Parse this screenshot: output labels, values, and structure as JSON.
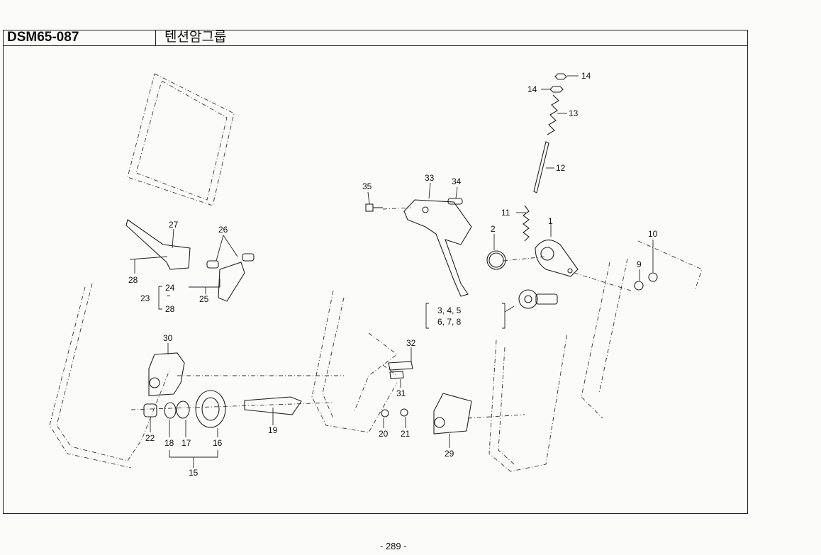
{
  "header": {
    "code": "DSM65-087",
    "title": "텐션암그룹"
  },
  "footer": {
    "page": "- 289 -"
  },
  "callouts": {
    "c1": "1",
    "c2": "2",
    "c3": "3,  4,  5",
    "c4": "6,  7,  8",
    "c9": "9",
    "c10": "10",
    "c11": "11",
    "c12": "12",
    "c13": "13",
    "c14a": "14",
    "c14b": "14",
    "c15": "15",
    "c16": "16",
    "c17": "17",
    "c18": "18",
    "c19": "19",
    "c20": "20",
    "c21": "21",
    "c22": "22",
    "c23": "23",
    "c24": "24",
    "c24b": "˜",
    "c25": "25",
    "c26": "26",
    "c27": "27",
    "c28a": "28",
    "c28b": "28",
    "c29": "29",
    "c30": "30",
    "c31": "31",
    "c32": "32",
    "c33": "33",
    "c34": "34",
    "c35": "35"
  }
}
